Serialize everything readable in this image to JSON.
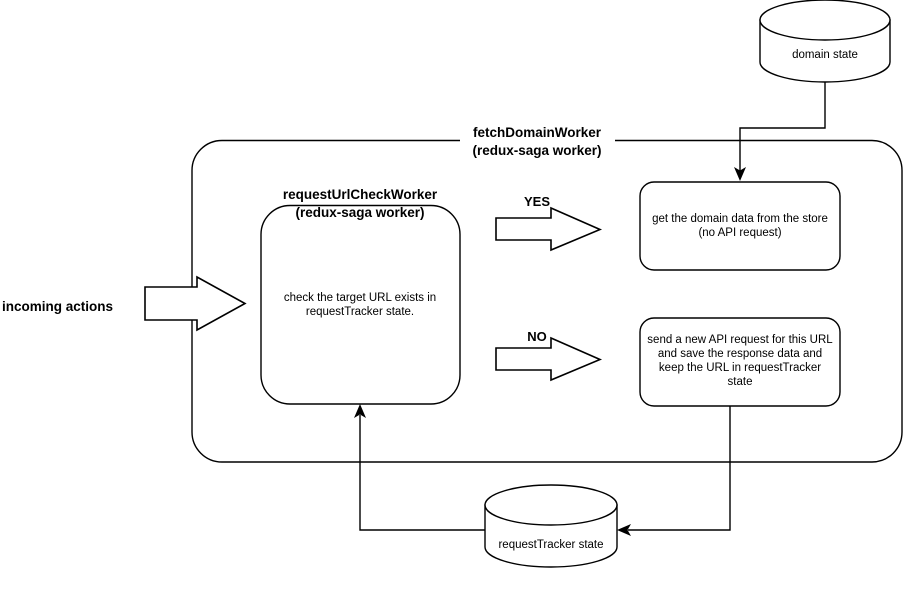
{
  "diagram": {
    "title_labels": {
      "outer_worker_line1": "fetchDomainWorker",
      "outer_worker_line2": "(redux-saga worker)",
      "inner_worker_line1": "requestUrlCheckWorker",
      "inner_worker_line2": "(redux-saga worker)"
    },
    "entry": {
      "label": "incoming actions",
      "arrow_icon": "block-arrow-right"
    },
    "nodes": {
      "domain_state": {
        "label": "domain state",
        "shape": "cylinder"
      },
      "request_tracker_state": {
        "label": "requestTracker state",
        "shape": "cylinder"
      },
      "url_check": {
        "line1": "check the target URL exists in",
        "line2": "requestTracker state.",
        "shape": "rounded-rect"
      },
      "yes_branch": {
        "line1": "get the domain data from the store",
        "line2": "(no API request)",
        "shape": "rounded-rect"
      },
      "no_branch": {
        "line1": "send a new API request for this URL",
        "line2": "and save the response data and",
        "line3": "keep the URL in requestTracker",
        "line4": "state",
        "shape": "rounded-rect"
      }
    },
    "branches": {
      "yes_label": "YES",
      "yes_arrow_icon": "block-arrow-right",
      "no_label": "NO",
      "no_arrow_icon": "block-arrow-right"
    },
    "colors": {
      "stroke": "#000000",
      "fill": "#ffffff",
      "text": "#000000"
    }
  }
}
